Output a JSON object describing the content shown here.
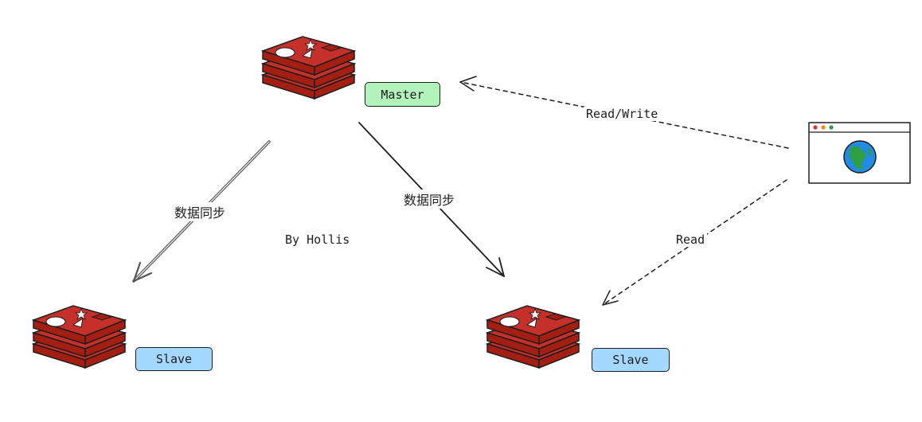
{
  "diagram": {
    "master_label": "Master",
    "slave_left_label": "Slave",
    "slave_right_label": "Slave",
    "sync_label_left": "数据同步",
    "sync_label_right": "数据同步",
    "read_write_label": "Read/Write",
    "read_label": "Read",
    "author_text": "By Hollis"
  },
  "colors": {
    "redis_red": "#c6302b",
    "redis_dark": "#a41e11",
    "master_tag": "#b2f2bb",
    "slave_tag": "#a5d8ff",
    "globe_blue": "#228be6",
    "globe_green": "#2f9e44",
    "browser_dots": [
      "#e03131",
      "#f08c00",
      "#2f9e44"
    ]
  },
  "icons": {
    "redis": "redis-stack-icon",
    "browser": "browser-globe-icon"
  }
}
